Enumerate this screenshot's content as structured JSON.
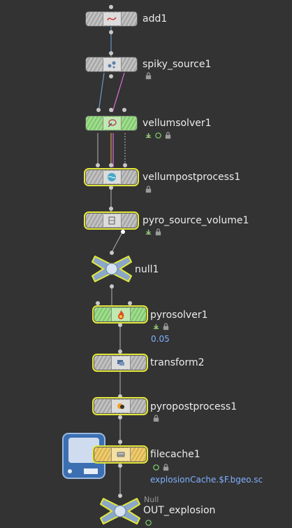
{
  "network": {
    "nodes": [
      {
        "id": "add1",
        "label": "add1",
        "icon": "curve-icon",
        "color": "gray"
      },
      {
        "id": "spiky_source1",
        "label": "spiky_source1",
        "icon": "particles-icon",
        "color": "gray"
      },
      {
        "id": "vellumsolver1",
        "label": "vellumsolver1",
        "icon": "vellum-icon",
        "color": "green"
      },
      {
        "id": "vellumpostprocess1",
        "label": "vellumpostprocess1",
        "icon": "globe-icon",
        "color": "gray"
      },
      {
        "id": "pyro_source_volume1",
        "label": "pyro_source_volume1",
        "icon": "volume-icon",
        "color": "gray"
      },
      {
        "id": "null1",
        "label": "null1",
        "icon": "null-icon",
        "color": "blue"
      },
      {
        "id": "pyrosolver1",
        "label": "pyrosolver1",
        "icon": "fire-icon",
        "color": "green",
        "sublabel": "0.05"
      },
      {
        "id": "transform2",
        "label": "transform2",
        "icon": "transform-icon",
        "color": "gray"
      },
      {
        "id": "pyropostprocess1",
        "label": "pyropostprocess1",
        "icon": "render-icon",
        "color": "gray"
      },
      {
        "id": "filecache1",
        "label": "filecache1",
        "icon": "disk-icon",
        "color": "yellow",
        "sublabel": "explosionCache.$F.bgeo.sc"
      },
      {
        "id": "OUT_explosion",
        "label": "OUT_explosion",
        "icon": "null-icon",
        "color": "blue",
        "typehint": "Null"
      }
    ]
  },
  "colors": {
    "background": "#333333",
    "selected": "#e4e83a",
    "wire": "#9a9a9a",
    "wire_blue": "#6f97c9",
    "wire_pink": "#e070d8",
    "wire_orange": "#e0a060",
    "sublabel": "#7fb1ff"
  }
}
